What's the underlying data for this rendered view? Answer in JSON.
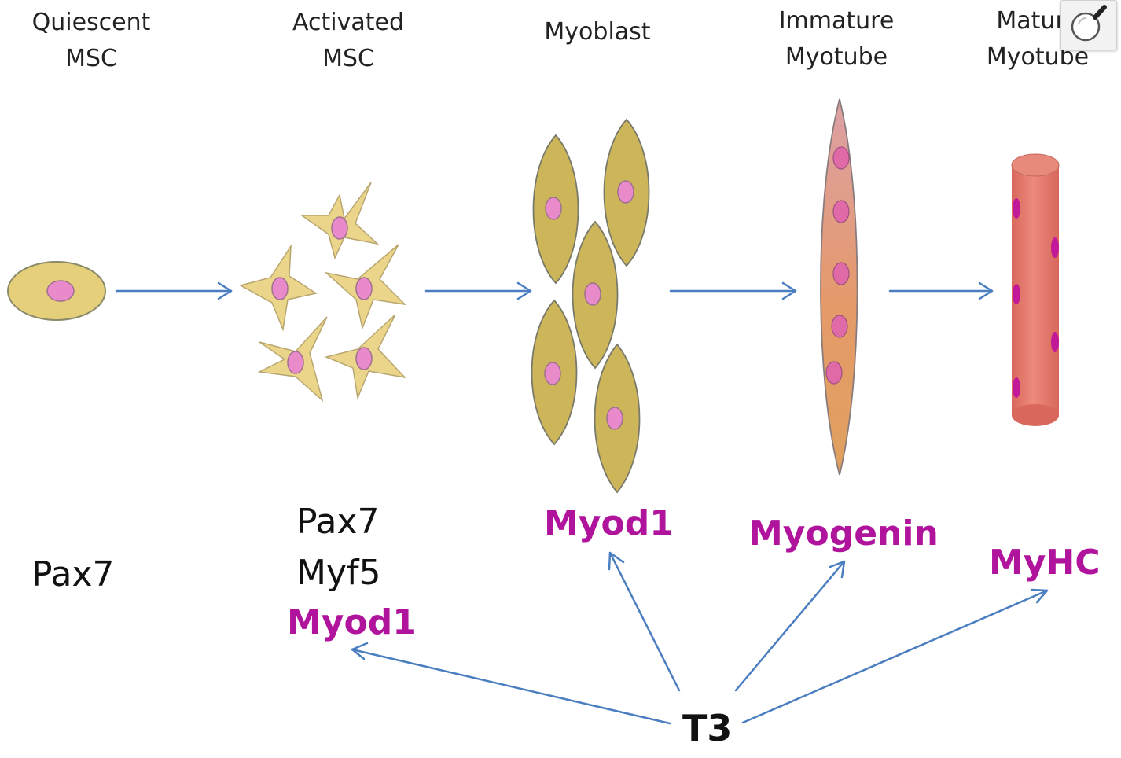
{
  "stages": [
    {
      "line1": "Quiescent",
      "line2": "MSC"
    },
    {
      "line1": "Activated",
      "line2": "MSC"
    },
    {
      "line1": "Myoblast",
      "line2": ""
    },
    {
      "line1": "Immature",
      "line2": "Myotube"
    },
    {
      "line1": "Mature",
      "line2": "Myotube"
    }
  ],
  "markers": {
    "quiescent": [
      "Pax7"
    ],
    "activated": [
      "Pax7",
      "Myf5",
      "Myod1"
    ],
    "myoblast": "Myod1",
    "immature": "Myogenin",
    "mature": "MyHC"
  },
  "regulator": "T3",
  "colors": {
    "arrow": "#4a7ec0",
    "cell_fill": "#e6cf7a",
    "myoblast_fill": "#cdb55a",
    "nucleus": "#e98acb",
    "myotube_fill": "#e3a06a",
    "mature_fill": "#e07b6c",
    "mature_nucleus": "#c2189a",
    "target_text": "#b0139c"
  },
  "icons": {
    "zoom": "magnifier-icon"
  }
}
